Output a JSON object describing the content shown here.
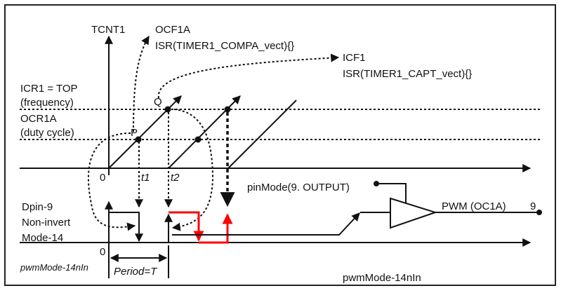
{
  "labels": {
    "tcnt1": "TCNT1",
    "ocf1a": "OCF1A",
    "isr_compa": "ISR(TIMER1_COMPA_vect){}",
    "icf1": "ICF1",
    "isr_capt": "ISR(TIMER1_CAPT_vect){}",
    "icr1_top": "ICR1 = TOP",
    "frequency": "(frequency)",
    "ocr1a": "OCR1A",
    "duty_cycle": "(duty cycle)",
    "point_p": "P",
    "point_q": "Q",
    "origin_top": "0",
    "origin_bottom": "0",
    "t1": "t1",
    "t2": "t2",
    "dpin": "Dpin-9",
    "non_invert": "Non-invert",
    "mode": "Mode-14",
    "caption_left": "pwmMode-14nIn",
    "period": "Period=T",
    "pinmode": "pinMode(9. OUTPUT)",
    "pwm_out": "PWM (OC1A)",
    "pin_number": "9",
    "caption_bottom": "pwmMode-14nIn"
  },
  "colors": {
    "line": "#111111",
    "highlight": "#ff0000"
  }
}
